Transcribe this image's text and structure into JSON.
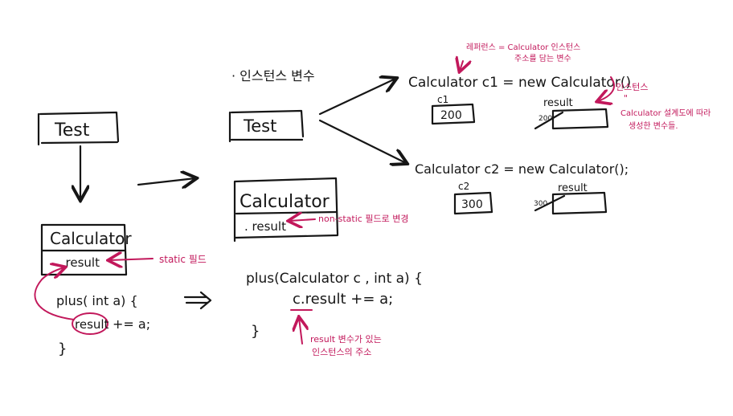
{
  "left": {
    "test_box": "Test",
    "calculator_box": {
      "title": "Calculator",
      "field": ". result"
    },
    "static_note": "static 필드",
    "method": {
      "signature": "plus( int a) {",
      "result_word": "result",
      "body_rest": "+= a;",
      "close": "}"
    }
  },
  "middle": {
    "heading": "· 인스턴스 변수",
    "test_box": "Test",
    "calculator_box": {
      "title": "Calculator",
      "field": ". result"
    },
    "nonstatic_note": "non-static 필드로 변경",
    "method": {
      "signature": "plus(Calculator c ,  int a) {",
      "body": "c.result += a;",
      "close": "}"
    },
    "c_note": [
      "result 변수가 있는",
      "인스턴스의 주소"
    ]
  },
  "right": {
    "reference_note": [
      "레퍼런스 = Calculator 인스턴스",
      "주소를 담는 변수"
    ],
    "c1_line": "Calculator c1 = new  Calculator()",
    "c1_label": "c1",
    "c1_value": "200",
    "c1_result_label": "result",
    "c1_result_marker": "200",
    "instance_note": [
      "인스턴스",
      "\"",
      "Calculator 설계도에 따라",
      "생성한 변수들."
    ],
    "c2_line": "Calculator c2 =  new   Calculator();",
    "c2_label": "c2",
    "c2_value": "300",
    "c2_result_label": "result",
    "c2_result_marker": "300"
  },
  "colors": {
    "ink": "#161616",
    "accent": "#c2185b",
    "background": "#ffffff"
  }
}
